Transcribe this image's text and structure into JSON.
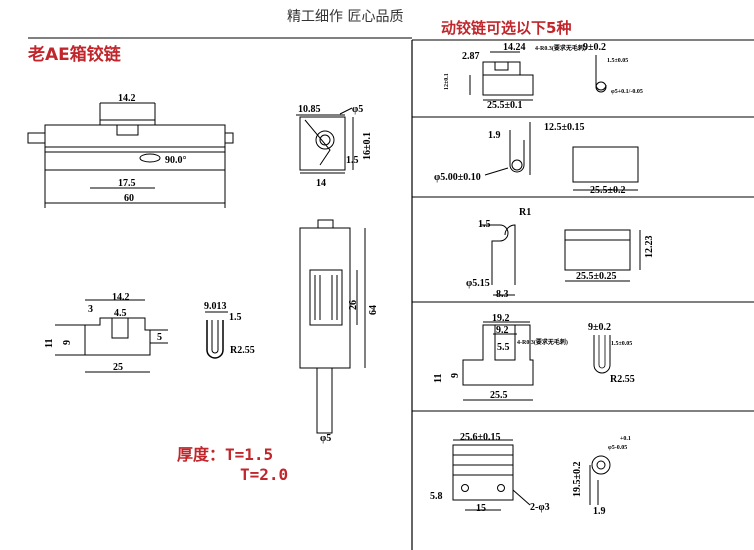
{
  "header": {
    "slogan": "精工细作 匠心品质",
    "left_title": "老AE箱铰链",
    "right_title": "动铰链可选以下5种"
  },
  "thickness": {
    "label": "厚度：T=1.5",
    "alt": "T=2.0"
  },
  "colors": {
    "title_red": "#c0262b",
    "line": "#000000"
  },
  "left_drawing": {
    "front_view": {
      "top_width": "14.2",
      "bottom_width": "17.5",
      "total_length": "60",
      "angle": "90.0°"
    },
    "side_view": {
      "width": "10.85",
      "hole": "φ5",
      "thickness": "1.5",
      "height": "16±0.1",
      "base": "14"
    },
    "top_view": {
      "inner": "26",
      "overall": "64",
      "pin": "φ5"
    },
    "end_view": {
      "width": "14.2",
      "slot": "4.5",
      "step": "3",
      "base": "25",
      "left_h": "11",
      "mid_h": "9",
      "right_h": "5"
    },
    "clip_view": {
      "width": "9.013",
      "thickness": "1.5",
      "radius": "R2.55"
    }
  },
  "options": [
    {
      "dims": [
        "2.87",
        "14.24",
        "4-R0.3(要求无毛刺)",
        "12±0.1",
        "25.5±0.1",
        "9±0.2",
        "1.5±0.05",
        "φ5+0.1/-0.05"
      ]
    },
    {
      "dims": [
        "1.9",
        "12.5±0.15",
        "φ5.00±0.10",
        "25.5±0.2"
      ]
    },
    {
      "dims": [
        "1.5",
        "R1",
        "φ5.15",
        "8.3",
        "12.23",
        "25.5±0.25"
      ]
    },
    {
      "dims": [
        "19.2",
        "9.2",
        "5.5",
        "4-R0.3(要求无毛刺)",
        "11",
        "9",
        "25.5",
        "9±0.2",
        "1.5±0.05",
        "R2.55"
      ]
    },
    {
      "dims": [
        "25.6±0.15",
        "+0.1",
        "φ5-0.05",
        "5.8",
        "15",
        "2-φ3",
        "19.5±0.2",
        "1.9"
      ]
    }
  ]
}
